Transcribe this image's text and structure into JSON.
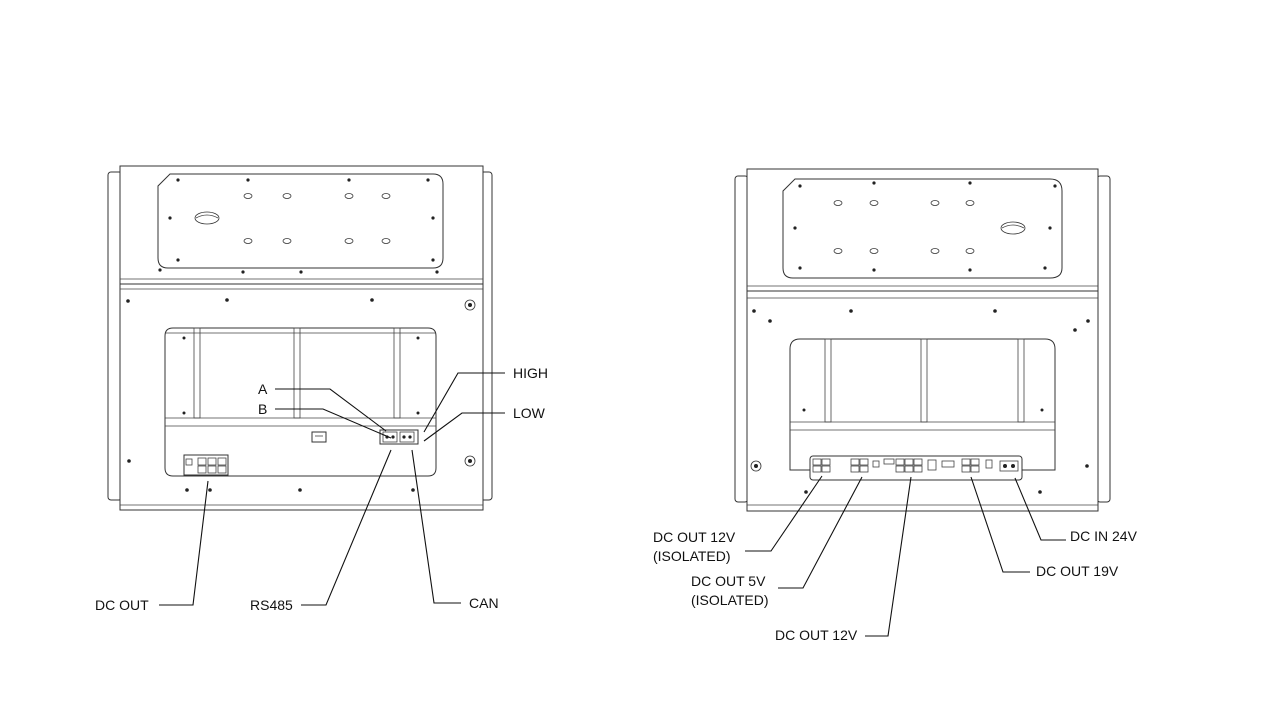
{
  "left_view": {
    "labels": {
      "a": "A",
      "b": "B",
      "high": "HIGH",
      "low": "LOW",
      "dc_out": "DC OUT",
      "rs485": "RS485",
      "can": "CAN"
    }
  },
  "right_view": {
    "labels": {
      "dc_out_12v_isolated_line1": "DC OUT 12V",
      "dc_out_12v_isolated_line2": "(ISOLATED)",
      "dc_out_5v_isolated_line1": "DC OUT 5V",
      "dc_out_5v_isolated_line2": "(ISOLATED)",
      "dc_out_12v": "DC OUT 12V",
      "dc_in_24v": "DC IN 24V",
      "dc_out_19v": "DC OUT 19V"
    }
  }
}
